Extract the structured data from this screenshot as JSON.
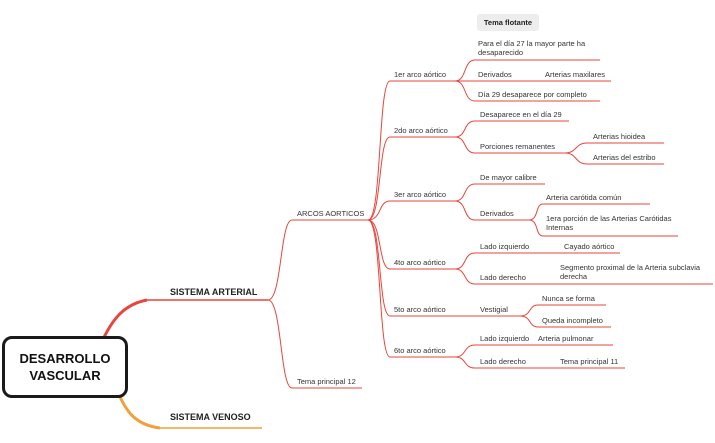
{
  "root": {
    "line1": "DESARROLLO",
    "line2": "VASCULAR"
  },
  "main_topics": {
    "arterial": "SISTEMA ARTERIAL",
    "venoso": "SISTEMA VENOSO"
  },
  "floating_topic": "Tema flotante",
  "arcos": {
    "label": "ARCOS AORTICOS",
    "arco1": {
      "label": "1er arco aórtico",
      "c1": "Para el día 27 la mayor parte ha desaparecido",
      "c2": "Derivados",
      "c2a": "Arterias maxilares",
      "c3": "Día 29 desaparece por completo"
    },
    "arco2": {
      "label": "2do arco aórtico",
      "c1": "Desaparece en el día 29",
      "c2": "Porciones remanentes",
      "c2a": "Arterias hioidea",
      "c2b": "Arterias del estribo"
    },
    "arco3": {
      "label": "3er arco aórtico",
      "c1": "De mayor calibre",
      "c2": "Derivados",
      "c2a": "Arteria carótida común",
      "c2b": "1era porción de las Arterias Carótidas Internas"
    },
    "arco4": {
      "label": "4to arco aórtico",
      "c1": "Lado izquierdo",
      "c1a": "Cayado aórtico",
      "c2": "Lado derecho",
      "c2a": "Segmento proximal de la Arteria subclavia derecha"
    },
    "arco5": {
      "label": "5to arco aórtico",
      "c1": "Vestigial",
      "c1a": "Nunca se forma",
      "c1b": "Queda incompleto"
    },
    "arco6": {
      "label": "6to arco aórtico",
      "c1": "Lado izquierdo",
      "c1a": "Arteria pulmonar",
      "c2": "Lado derecho",
      "c2a": "Tema principal 11"
    }
  },
  "tema12": "Tema principal 12",
  "colors": {
    "branch": "#e8453c",
    "venoso": "#f0a03c",
    "root_border": "#1a1a1a"
  }
}
